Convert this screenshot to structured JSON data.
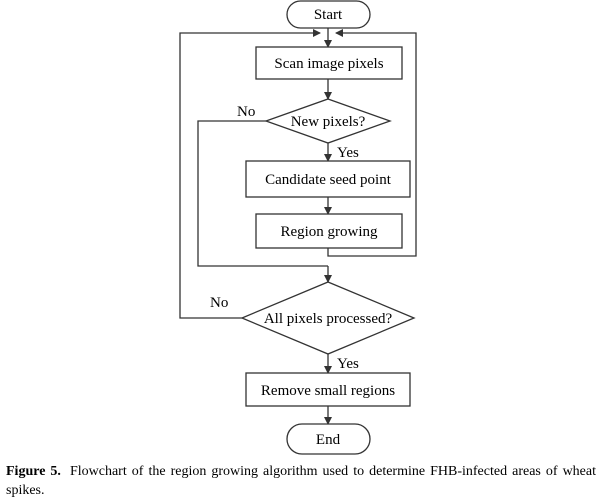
{
  "nodes": {
    "start": "Start",
    "scan": "Scan image pixels",
    "new_pixels": "New pixels?",
    "seed": "Candidate seed point",
    "region": "Region growing",
    "all_processed": "All pixels processed?",
    "remove": "Remove small regions",
    "end": "End"
  },
  "edges": {
    "new_yes": "Yes",
    "new_no": "No",
    "all_yes": "Yes",
    "all_no": "No"
  },
  "caption": {
    "label": "Figure 5.",
    "text": "Flowchart of the region growing algorithm used to determine FHB-infected areas of wheat spikes."
  },
  "colors": {
    "stroke": "#333333",
    "fill": "#ffffff"
  }
}
